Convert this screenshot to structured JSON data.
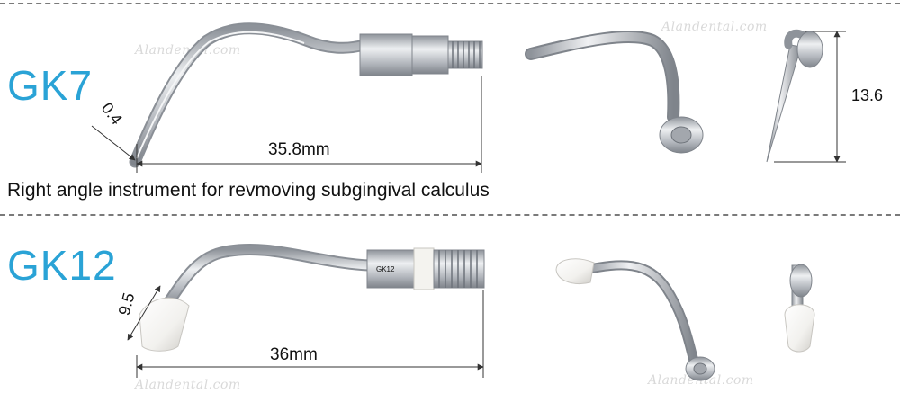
{
  "watermark": "Alandental.com",
  "products": [
    {
      "model": "GK7",
      "tip_width": "0.4",
      "length": "35.8mm",
      "height": "13.6",
      "description": "Right angle instrument for revmoving subgingival calculus"
    },
    {
      "model": "GK12",
      "shank_mark": "GK12",
      "tip_width": "9.5",
      "length": "36mm"
    }
  ],
  "colors": {
    "model_text": "#2aa3d6",
    "metal": "#b8bcc2",
    "divider": "#7a7a7a"
  }
}
